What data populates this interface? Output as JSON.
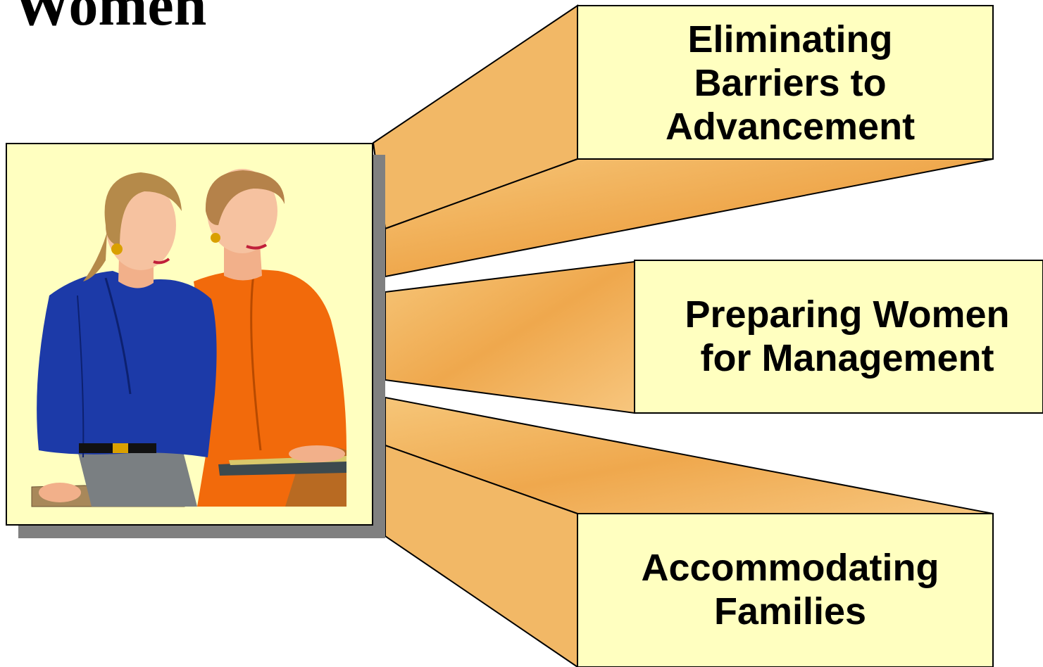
{
  "title": "Women",
  "callouts": [
    {
      "label": "Eliminating\nBarriers to\nAdvancement"
    },
    {
      "label": "Preparing Women\nfor Management"
    },
    {
      "label": "Accommodating\nFamilies"
    }
  ],
  "illustration": {
    "subject": "two-women-icon"
  },
  "colors": {
    "box_fill": "#ffffc0",
    "extrusion": "#f0ac55",
    "frame_shadow": "#808080",
    "outline": "#000000"
  }
}
